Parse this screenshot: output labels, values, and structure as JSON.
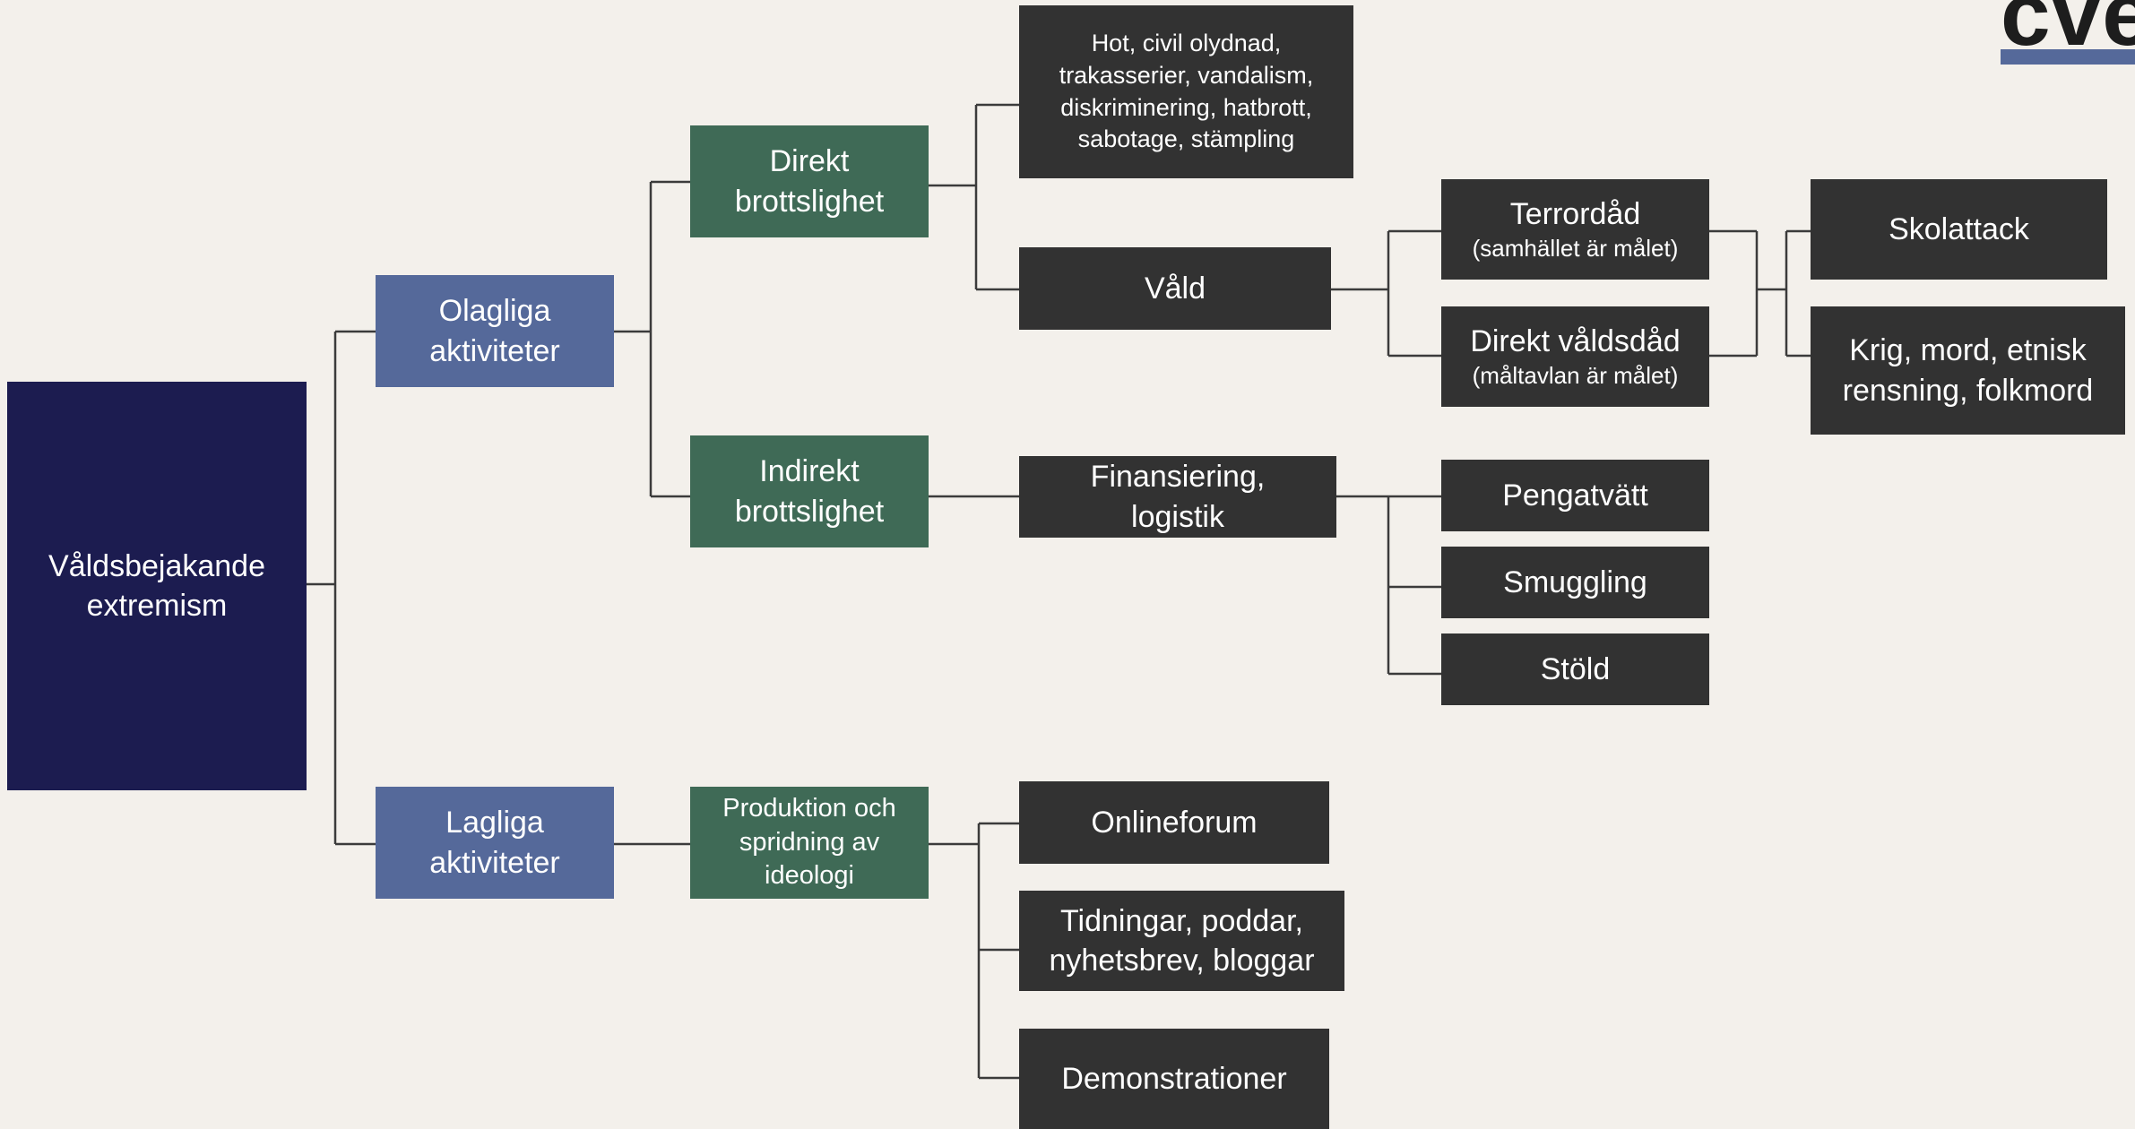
{
  "logo": {
    "text": "cve"
  },
  "nodes": {
    "root": "Våldsbejakande extremism",
    "olagliga": "Olagliga aktiviteter",
    "lagliga": "Lagliga aktiviteter",
    "direkt_brottslighet": "Direkt brottslighet",
    "indirekt_brottslighet": "Indirekt brottslighet",
    "produktion": "Produktion och spridning av ideologi",
    "hot": "Hot, civil olydnad, trakasserier, vandalism, diskriminering, hatbrott, sabotage, stämpling",
    "vald": "Våld",
    "finansiering": "Finansiering, logistik",
    "terrordad": {
      "title": "Terrordåd",
      "sub": "(samhället är målet)"
    },
    "direkt_valdsdad": {
      "title": "Direkt våldsdåd",
      "sub": "(måltavlan är målet)"
    },
    "skolattack": "Skolattack",
    "krig": "Krig, mord, etnisk rensning, folkmord",
    "pengatvatt": "Pengatvätt",
    "smuggling": "Smuggling",
    "stold": "Stöld",
    "onlineforum": "Onlineforum",
    "tidningar": "Tidningar, poddar, nyhetsbrev, bloggar",
    "demonstrationer": "Demonstrationer"
  }
}
